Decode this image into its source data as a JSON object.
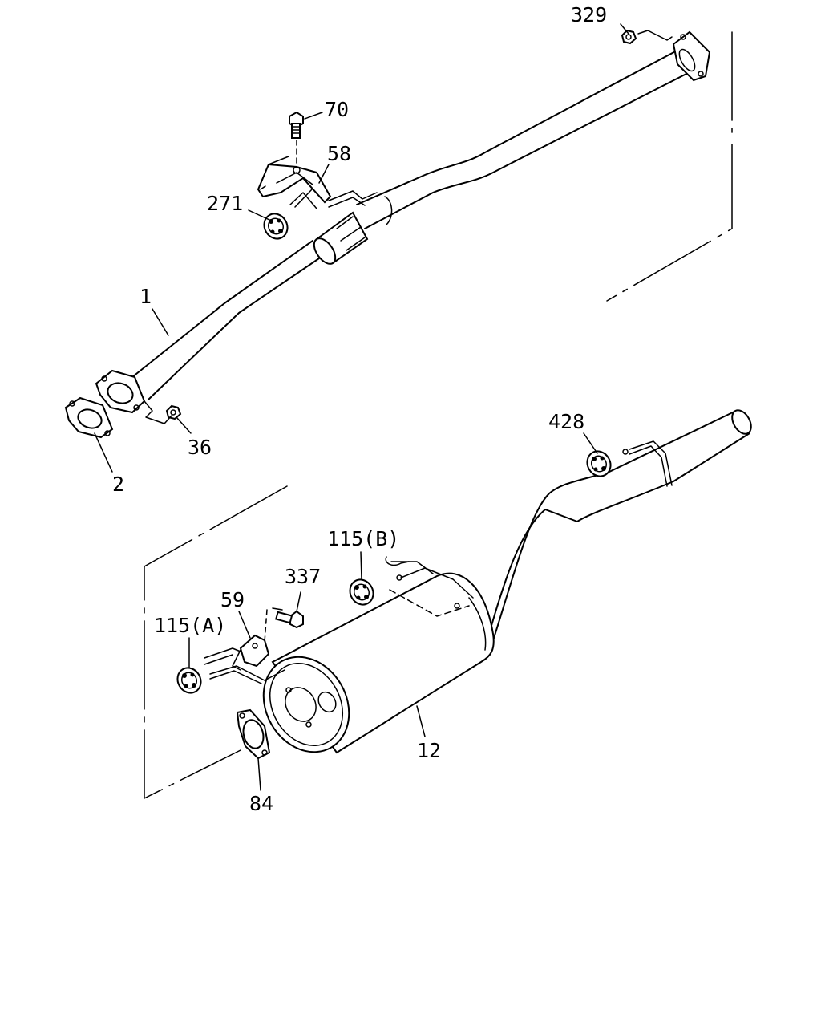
{
  "diagram": {
    "callouts": [
      {
        "id": "329",
        "text": "329"
      },
      {
        "id": "70",
        "text": "70"
      },
      {
        "id": "58",
        "text": "58"
      },
      {
        "id": "271",
        "text": "271"
      },
      {
        "id": "1",
        "text": "1"
      },
      {
        "id": "36",
        "text": "36"
      },
      {
        "id": "2",
        "text": "2"
      },
      {
        "id": "428",
        "text": "428"
      },
      {
        "id": "115b",
        "text": "115(B)"
      },
      {
        "id": "337",
        "text": "337"
      },
      {
        "id": "59",
        "text": "59"
      },
      {
        "id": "115a",
        "text": "115(A)"
      },
      {
        "id": "12",
        "text": "12"
      },
      {
        "id": "84",
        "text": "84"
      }
    ]
  }
}
